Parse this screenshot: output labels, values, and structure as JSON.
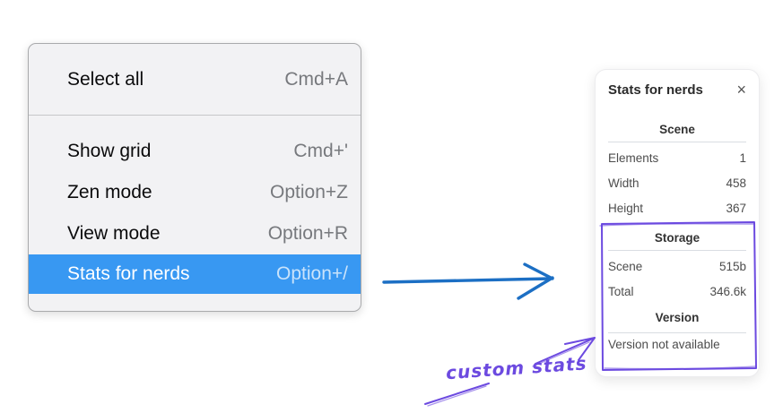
{
  "menu": {
    "items": [
      {
        "label": "Select all",
        "shortcut": "Cmd+A",
        "highlighted": false
      },
      {
        "label": "Show grid",
        "shortcut": "Cmd+'",
        "highlighted": false
      },
      {
        "label": "Zen mode",
        "shortcut": "Option+Z",
        "highlighted": false
      },
      {
        "label": "View mode",
        "shortcut": "Option+R",
        "highlighted": false
      },
      {
        "label": "Stats for nerds",
        "shortcut": "Option+/",
        "highlighted": true
      }
    ]
  },
  "stats_panel": {
    "title": "Stats for nerds",
    "close_icon": "×",
    "sections": [
      {
        "heading": "Scene",
        "rows": [
          {
            "label": "Elements",
            "value": "1"
          },
          {
            "label": "Width",
            "value": "458"
          },
          {
            "label": "Height",
            "value": "367"
          }
        ]
      },
      {
        "heading": "Storage",
        "rows": [
          {
            "label": "Scene",
            "value": "515b"
          },
          {
            "label": "Total",
            "value": "346.6k"
          }
        ]
      },
      {
        "heading": "Version",
        "note": "Version not available"
      }
    ]
  },
  "annotation": {
    "label": "custom stats"
  },
  "colors": {
    "highlight_blue": "#3898f2",
    "arrow_blue": "#1c6fc4",
    "annotation_purple": "#6c4ae0"
  }
}
